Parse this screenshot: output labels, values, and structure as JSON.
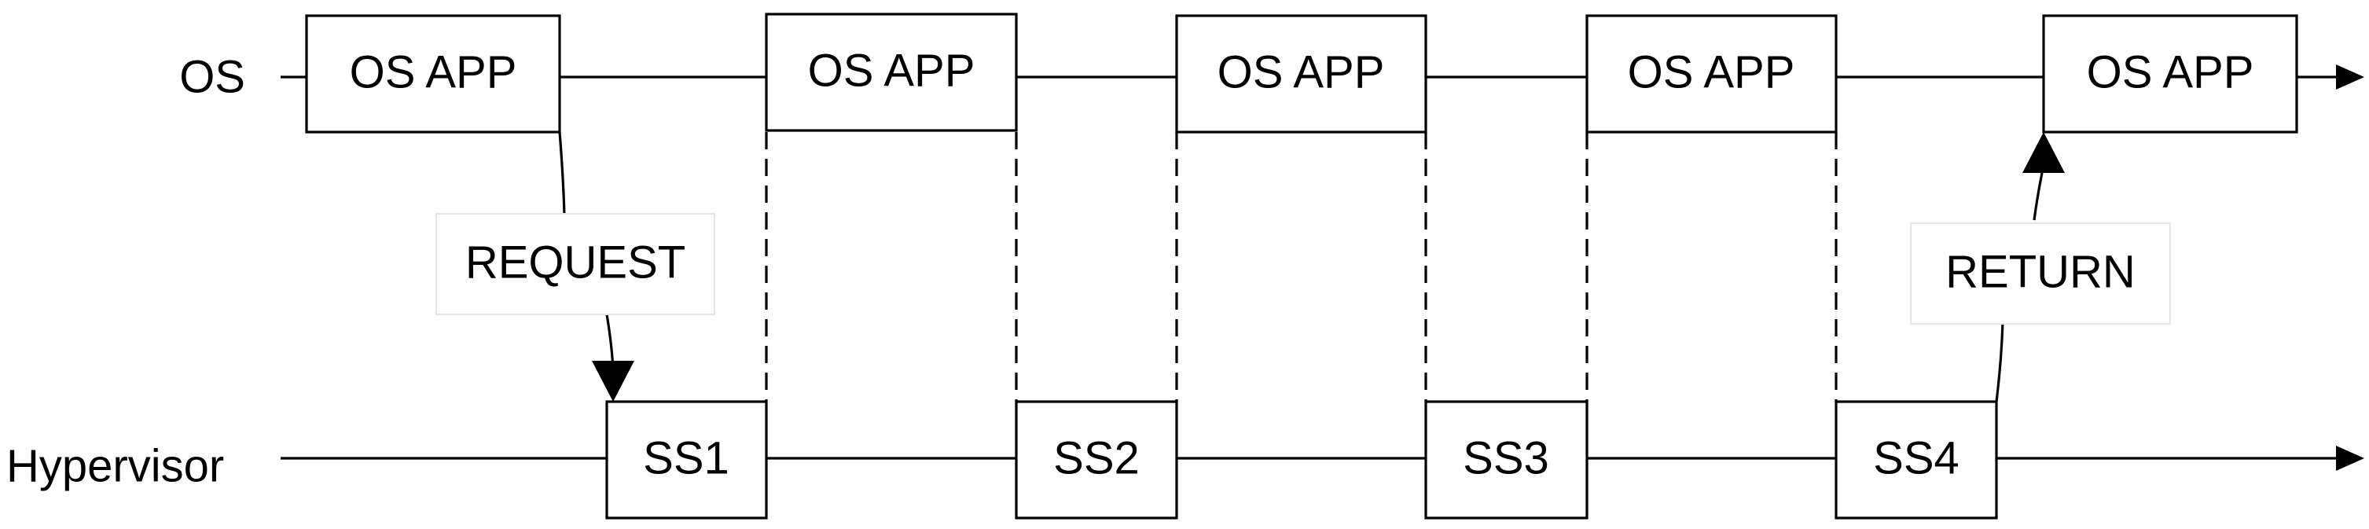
{
  "diagram": {
    "lanes": {
      "os_label": "OS",
      "hypervisor_label": "Hypervisor"
    },
    "os_app_boxes": [
      "OS APP",
      "OS APP",
      "OS APP",
      "OS APP",
      "OS APP"
    ],
    "ss_boxes": [
      "SS1",
      "SS2",
      "SS3",
      "SS4"
    ],
    "request_label": "REQUEST",
    "return_label": "RETURN",
    "colors": {
      "stroke": "#000000",
      "background": "#ffffff",
      "label_box_border": "#e6e6e6"
    }
  }
}
